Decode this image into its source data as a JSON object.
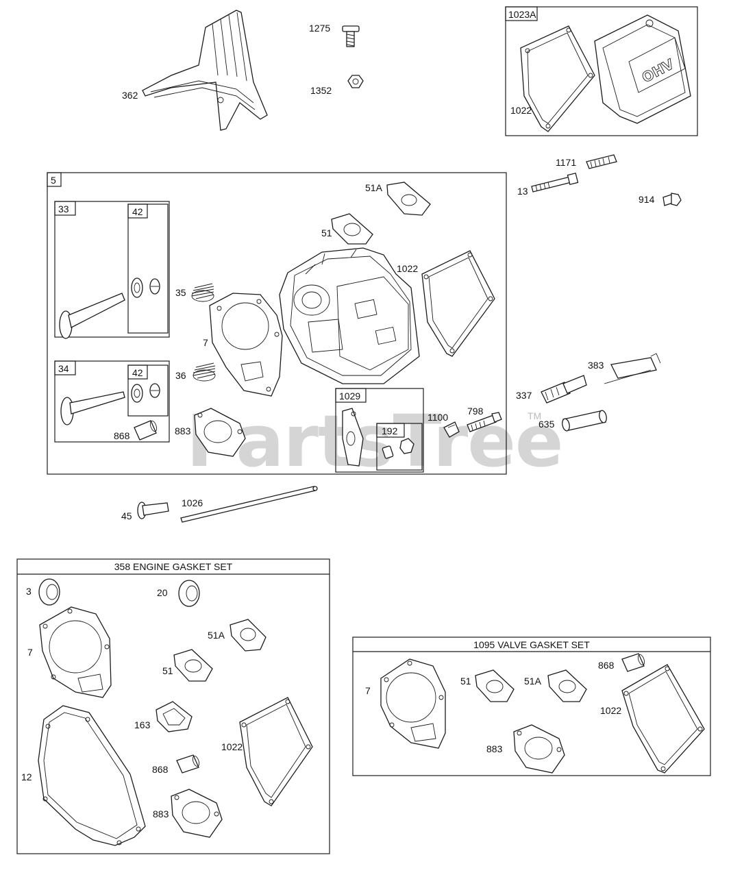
{
  "watermark": {
    "text": "PartsTree",
    "tm": "TM"
  },
  "kits": {
    "k1023A": "1023A",
    "k5": "5",
    "k33": "33",
    "k42a": "42",
    "k34": "34",
    "k42b": "42",
    "k1029": "1029",
    "k192": "192",
    "engine_gasket_set": "358 ENGINE GASKET SET",
    "valve_gasket_set": "1095 VALVE GASKET SET"
  },
  "labels": {
    "p362": "362",
    "p1275": "1275",
    "p1352": "1352",
    "p1022_cover": "1022",
    "p1171": "1171",
    "p13": "13",
    "p914": "914",
    "p51A_head": "51A",
    "p51_head": "51",
    "p1022_head": "1022",
    "p35": "35",
    "p7_head": "7",
    "p36": "36",
    "p868_head": "868",
    "p883_head": "883",
    "p1100": "1100",
    "p798": "798",
    "p383": "383",
    "p337": "337",
    "p635": "635",
    "p45": "45",
    "p1026": "1026",
    "e3": "3",
    "e20": "20",
    "e7": "7",
    "e51A": "51A",
    "e51": "51",
    "e163": "163",
    "e12": "12",
    "e1022": "1022",
    "e868": "868",
    "e883": "883",
    "v7": "7",
    "v51": "51",
    "v51A": "51A",
    "v868": "868",
    "v1022": "1022",
    "v883": "883"
  },
  "icons": {
    "valve_cover_emboss": "OHV"
  }
}
